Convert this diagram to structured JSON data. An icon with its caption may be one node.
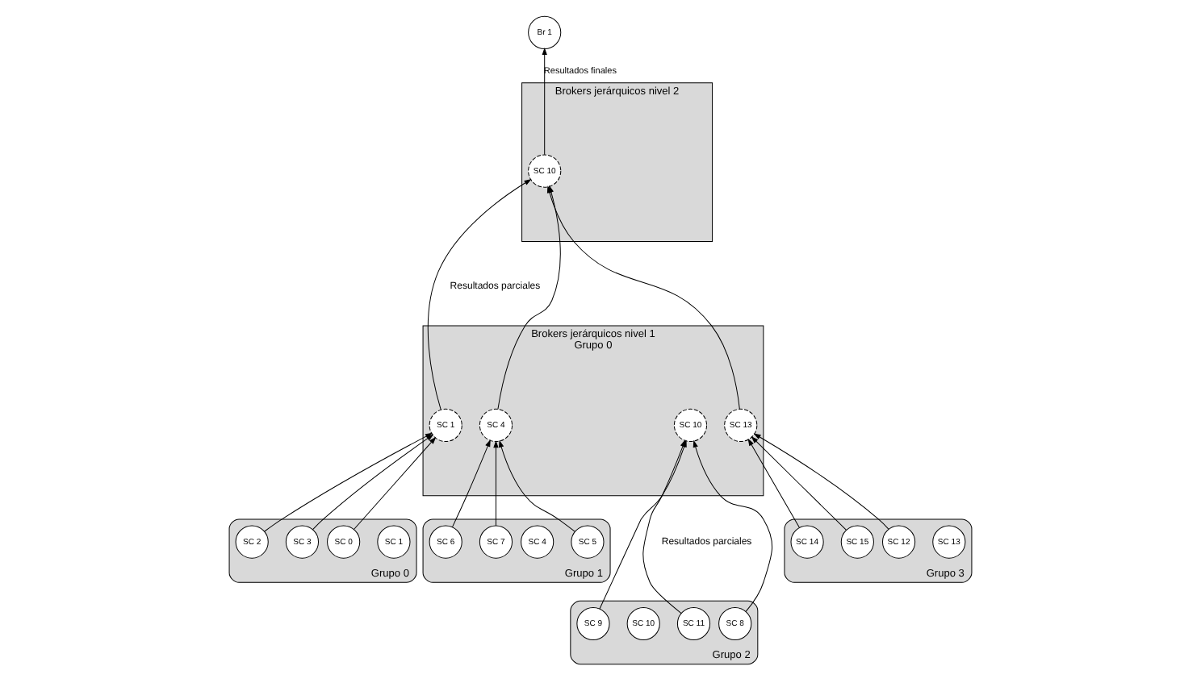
{
  "diagram": {
    "nodes": [
      {
        "text": [
          "Br 1"
        ]
      },
      {
        "text": [
          "Brokers jerárquicos nivel 2"
        ]
      },
      {
        "text": [
          "SC 10"
        ],
        "in": 1
      },
      {
        "text": [
          "Brokers jerárquicos nivel 1",
          "Grupo 0"
        ]
      },
      {
        "text": [
          "SC 1"
        ],
        "in": 3
      },
      {
        "text": [
          "SC 4"
        ],
        "in": 3
      },
      {
        "text": [
          "SC 10"
        ],
        "in": 3
      },
      {
        "text": [
          "SC 13"
        ],
        "in": 3
      },
      {
        "text": [
          "Grupo 0"
        ]
      },
      {
        "text": [
          "SC 0"
        ],
        "in": 8
      },
      {
        "text": [
          "SC 1"
        ],
        "in": 8
      },
      {
        "text": [
          "SC 2"
        ],
        "in": 8
      },
      {
        "text": [
          "SC 3"
        ],
        "in": 8
      },
      {
        "text": [
          "Grupo 1"
        ]
      },
      {
        "text": [
          "SC 4"
        ],
        "in": 13
      },
      {
        "text": [
          "SC 5"
        ],
        "in": 13
      },
      {
        "text": [
          "SC 6"
        ],
        "in": 13
      },
      {
        "text": [
          "SC 7"
        ],
        "in": 13
      },
      {
        "text": [
          "Grupo 2"
        ]
      },
      {
        "text": [
          "SC 8"
        ],
        "in": 18
      },
      {
        "text": [
          "SC 9"
        ],
        "in": 18
      },
      {
        "text": [
          "SC 10"
        ],
        "in": 18
      },
      {
        "text": [
          "SC 11"
        ],
        "in": 18
      },
      {
        "text": [
          "Grupo 3"
        ]
      },
      {
        "text": [
          "SC 12"
        ],
        "in": 23
      },
      {
        "text": [
          "SC 13"
        ],
        "in": 23
      },
      {
        "text": [
          "SC 14"
        ],
        "in": 23
      },
      {
        "text": [
          "SC 15"
        ],
        "in": 23
      }
    ],
    "edges": [
      {
        "from": 2,
        "to": 0,
        "arrow": "to",
        "label": "Resultados finales"
      },
      {
        "from": 4,
        "to": 2,
        "arrow": "to"
      },
      {
        "from": 5,
        "to": 2,
        "arrow": "to"
      },
      {
        "from": 7,
        "to": 2,
        "arrow": "to"
      },
      {
        "from": 9,
        "to": 4,
        "arrow": "to"
      },
      {
        "from": 11,
        "to": 4,
        "arrow": "to"
      },
      {
        "from": 12,
        "to": 4,
        "arrow": "to"
      },
      {
        "from": 15,
        "to": 5,
        "arrow": "to"
      },
      {
        "from": 16,
        "to": 5,
        "arrow": "to"
      },
      {
        "from": 17,
        "to": 5,
        "arrow": "to"
      },
      {
        "from": 19,
        "to": 6,
        "arrow": "to"
      },
      {
        "from": 20,
        "to": 6,
        "arrow": "to"
      },
      {
        "from": 22,
        "to": 6,
        "arrow": "to"
      },
      {
        "from": 24,
        "to": 7,
        "arrow": "to"
      },
      {
        "from": 26,
        "to": 7,
        "arrow": "to"
      },
      {
        "from": 27,
        "to": 7,
        "arrow": "to"
      }
    ],
    "labels": [
      "Resultados parciales",
      "Resultados parciales"
    ]
  }
}
